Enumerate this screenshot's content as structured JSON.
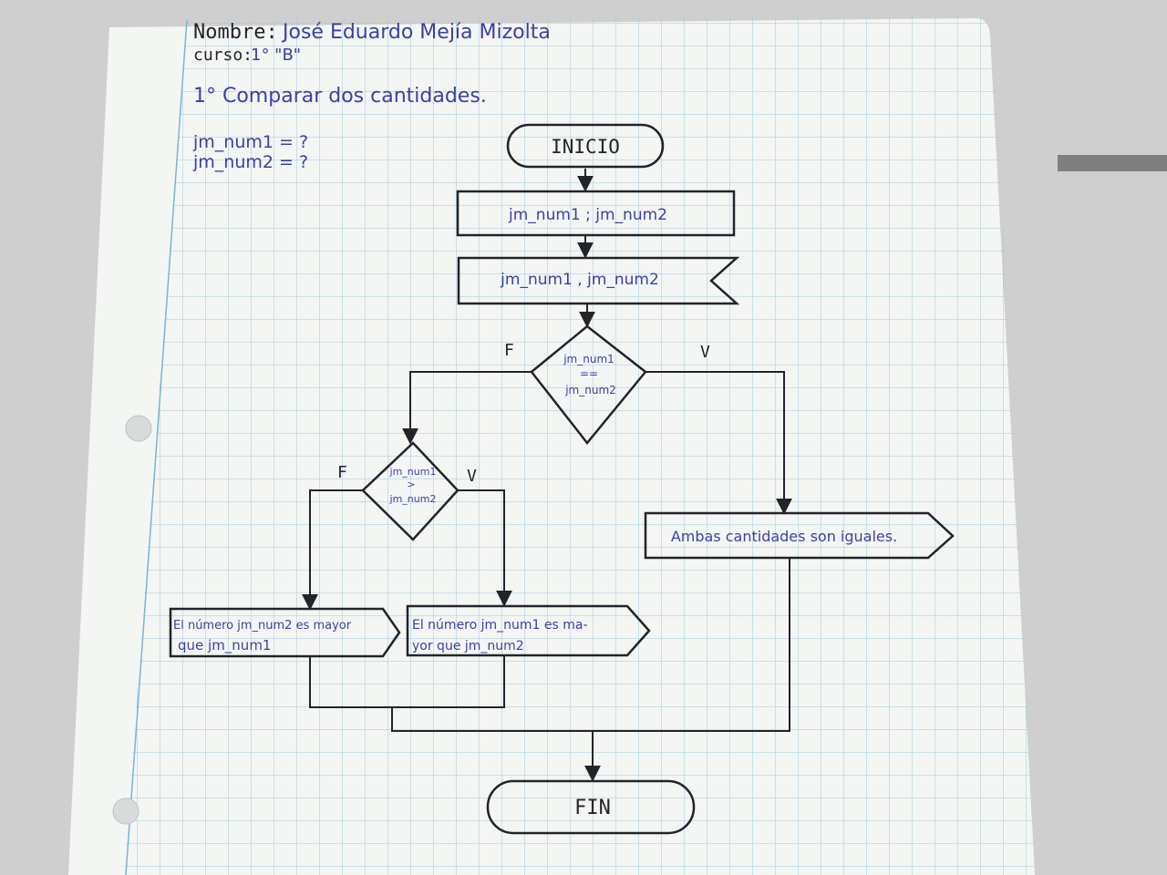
{
  "header": {
    "name_label": "Nombre:",
    "name_value": "José Eduardo Mejía Mizolta",
    "course_label": "curso:",
    "course_value": "1° \"B\"",
    "exercise_title": "1° Comparar dos cantidades."
  },
  "variables": [
    "jm_num1 = ?",
    "jm_num2 = ?"
  ],
  "flowchart": {
    "start": "INICIO",
    "declare": "jm_num1 ; jm_num2",
    "input": "jm_num1 , jm_num2",
    "decision1": {
      "line1": "jm_num1",
      "line2": "==",
      "line3": "jm_num2",
      "false_label": "F",
      "true_label": "V"
    },
    "decision2": {
      "line1": "jm_num1",
      "line2": ">",
      "line3": "jm_num2",
      "false_label": "F",
      "true_label": "V"
    },
    "output_equal": "Ambas cantidades son iguales.",
    "output_left": {
      "line1": "El número jm_num2 es mayor",
      "line2": "que jm_num1"
    },
    "output_right": {
      "line1": "El número jm_num1 es ma-",
      "line2": "yor que jm_num2"
    },
    "end": "FIN"
  },
  "colors": {
    "paper": "#f4f6f4",
    "grid": "#9fc8dc",
    "ink_blue": "#3b3fa6",
    "ink_dark": "#23232a",
    "background": "#cfcfcf"
  }
}
